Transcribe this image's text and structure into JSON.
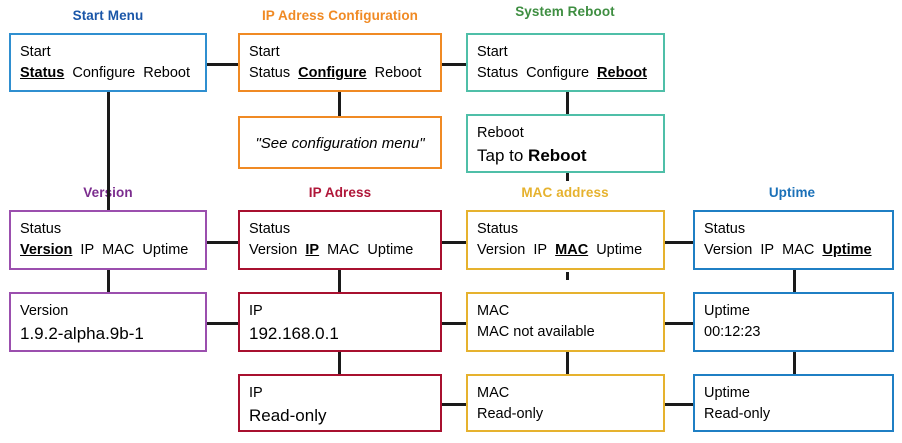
{
  "diagram": {
    "type": "ui-flow-diagram",
    "columns": [
      {
        "id": "start-menu",
        "title": "Start Menu",
        "title_color": "#1A56A8",
        "border_color": "#2F8FD0"
      },
      {
        "id": "ip-address-configuration",
        "title": "IP Adress Configuration",
        "title_color": "#F08A24",
        "border_color": "#F08A24"
      },
      {
        "id": "system-reboot",
        "title": "System Reboot",
        "title_color": "#3E8E41",
        "border_color": "#4FBFA8"
      },
      {
        "id": "version",
        "title": "Version",
        "title_color": "#7B2D8E",
        "border_color": "#9B4FAE"
      },
      {
        "id": "ip-address",
        "title": "IP Adress",
        "title_color": "#B01739",
        "border_color": "#A8102F"
      },
      {
        "id": "mac-address",
        "title": "MAC address",
        "title_color": "#E6B22E",
        "border_color": "#E6B22E"
      },
      {
        "id": "uptime",
        "title": "Uptime",
        "title_color": "#1A70B8",
        "border_color": "#1F7FC4"
      }
    ],
    "nodes": [
      {
        "id": "start-menu-screen",
        "column": "start-menu",
        "header": "Start",
        "menu": [
          {
            "label": "Status",
            "selected": true
          },
          {
            "label": "Configure",
            "selected": false
          },
          {
            "label": "Reboot",
            "selected": false
          }
        ]
      },
      {
        "id": "configure-screen",
        "column": "ip-address-configuration",
        "header": "Start",
        "menu": [
          {
            "label": "Status",
            "selected": false
          },
          {
            "label": "Configure",
            "selected": true
          },
          {
            "label": "Reboot",
            "selected": false
          }
        ]
      },
      {
        "id": "configuration-note",
        "column": "ip-address-configuration",
        "note": "\"See configuration menu\""
      },
      {
        "id": "reboot-screen",
        "column": "system-reboot",
        "header": "Start",
        "menu": [
          {
            "label": "Status",
            "selected": false
          },
          {
            "label": "Configure",
            "selected": false
          },
          {
            "label": "Reboot",
            "selected": true
          }
        ]
      },
      {
        "id": "reboot-action",
        "column": "system-reboot",
        "header": "Reboot",
        "action_prefix": "Tap to ",
        "action_strong": "Reboot"
      },
      {
        "id": "status-version-screen",
        "column": "version",
        "header": "Status",
        "menu": [
          {
            "label": "Version",
            "selected": true
          },
          {
            "label": "IP",
            "selected": false
          },
          {
            "label": "MAC",
            "selected": false
          },
          {
            "label": "Uptime",
            "selected": false
          }
        ]
      },
      {
        "id": "version-value",
        "column": "version",
        "header": "Version",
        "value": "1.9.2-alpha.9b-1"
      },
      {
        "id": "status-ip-screen",
        "column": "ip-address",
        "header": "Status",
        "menu": [
          {
            "label": "Version",
            "selected": false
          },
          {
            "label": "IP",
            "selected": true
          },
          {
            "label": "MAC",
            "selected": false
          },
          {
            "label": "Uptime",
            "selected": false
          }
        ]
      },
      {
        "id": "ip-value",
        "column": "ip-address",
        "header": "IP",
        "value": "192.168.0.1"
      },
      {
        "id": "ip-readonly",
        "column": "ip-address",
        "header": "IP",
        "value": "Read-only"
      },
      {
        "id": "status-mac-screen",
        "column": "mac-address",
        "header": "Status",
        "menu": [
          {
            "label": "Version",
            "selected": false
          },
          {
            "label": "IP",
            "selected": false
          },
          {
            "label": "MAC",
            "selected": true
          },
          {
            "label": "Uptime",
            "selected": false
          }
        ]
      },
      {
        "id": "mac-value",
        "column": "mac-address",
        "header": "MAC",
        "value": "MAC not available"
      },
      {
        "id": "mac-readonly",
        "column": "mac-address",
        "header": "MAC",
        "value": "Read-only"
      },
      {
        "id": "status-uptime-screen",
        "column": "uptime",
        "header": "Status",
        "menu": [
          {
            "label": "Version",
            "selected": false
          },
          {
            "label": "IP",
            "selected": false
          },
          {
            "label": "MAC",
            "selected": false
          },
          {
            "label": "Uptime",
            "selected": true
          }
        ]
      },
      {
        "id": "uptime-value",
        "column": "uptime",
        "header": "Uptime",
        "value": "00:12:23"
      },
      {
        "id": "uptime-readonly",
        "column": "uptime",
        "header": "Uptime",
        "value": "Read-only"
      }
    ]
  },
  "titles": {
    "start_menu": "Start Menu",
    "ip_config": "IP Adress Configuration",
    "system_reboot": "System Reboot",
    "version": "Version",
    "ip_address": "IP Adress",
    "mac_address": "MAC address",
    "uptime": "Uptime"
  },
  "labels": {
    "start": "Start",
    "status": "Status",
    "configure": "Configure",
    "reboot": "Reboot",
    "version": "Version",
    "ip": "IP",
    "mac": "MAC",
    "uptime": "Uptime",
    "read_only": "Read-only",
    "tap_to": "Tap to ",
    "reboot_strong": "Reboot",
    "see_config_menu": "\"See configuration menu\"",
    "version_value": "1.9.2-alpha.9b-1",
    "ip_value": "192.168.0.1",
    "mac_value": "MAC not available",
    "uptime_value": "00:12:23"
  },
  "colors": {
    "blue": "#2F8FD0",
    "blue_title": "#1A56A8",
    "orange": "#F08A24",
    "teal": "#4FBFA8",
    "green_title": "#3E8E41",
    "purple": "#9B4FAE",
    "purple_title": "#7B2D8E",
    "crimson": "#A8102F",
    "crimson_title": "#B01739",
    "gold": "#E6B22E",
    "blue2": "#1F7FC4",
    "blue2_title": "#1A70B8",
    "connector": "#1A1A1A"
  }
}
